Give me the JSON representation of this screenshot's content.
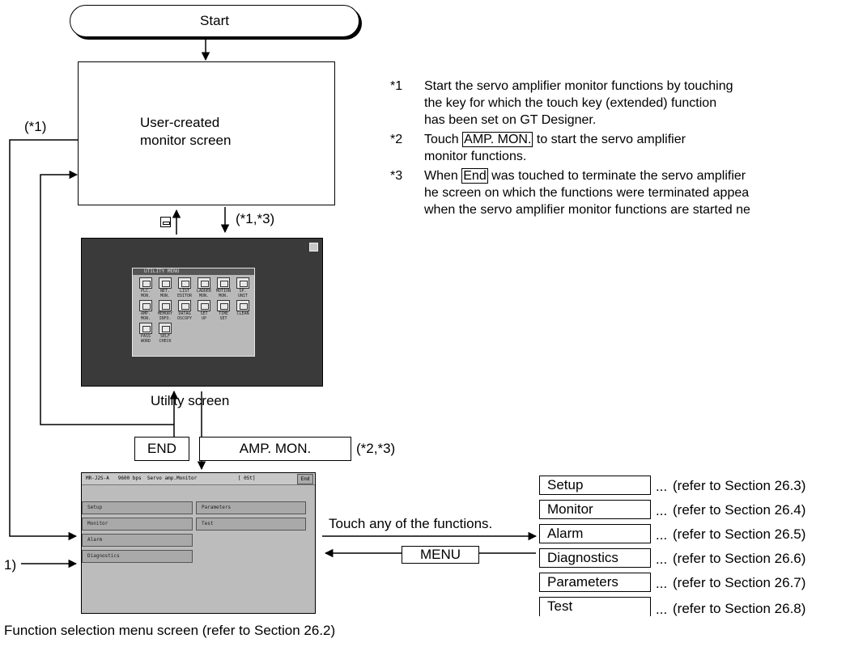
{
  "start": {
    "label": "Start"
  },
  "user_screen": {
    "line1": "User-created",
    "line2": "monitor screen"
  },
  "labels": {
    "star1": "(*1)",
    "star13": "(*1,*3)",
    "utility_screen": "Utility screen",
    "end_key": "END",
    "amp_mon_key": "AMP. MON.",
    "star23": "(*2,*3)",
    "one": "1)",
    "touch_any": "Touch any of the functions.",
    "menu_key": "MENU",
    "fn_caption": "Function selection menu screen (refer to Section 26.2)"
  },
  "notes": [
    {
      "mark": "*1",
      "lines": [
        "Start the servo amplifier monitor functions by touching",
        "the key for which the touch key (extended) function",
        "has been set on GT Designer."
      ]
    },
    {
      "mark": "*2",
      "pre": "Touch ",
      "key": "AMP. MON.",
      "post": " to start the servo amplifier",
      "lines": [
        "monitor functions."
      ]
    },
    {
      "mark": "*3",
      "pre": "When ",
      "key": "End",
      "post": " was touched to terminate the servo amplifier",
      "lines": [
        "he screen on which the functions were terminated appea",
        "when the servo amplifier monitor functions are started ne"
      ]
    }
  ],
  "utility": {
    "title": "UTILITY MENU",
    "items": [
      "PLC.\nMON.",
      "NET.\nMON.",
      "LIST\nEDITOR",
      "LADDER\nMON.",
      "MOTION\nMON.",
      "SP.\nUNIT",
      "AMP.\nMON.",
      "MEMORY\nINFO.",
      "DATA&\nOSCOPY",
      "SET\nUP",
      "TIME\nSET",
      "CLEAN",
      "PASS\nWORD",
      "SELF\nCHECK"
    ]
  },
  "fn_screen": {
    "status": "MR-J2S-A   9600 bps  Servo amp.Monitor              [ 0St]",
    "end_button": "End",
    "left_buttons": [
      "Setup",
      "Monitor",
      "Alarm",
      "Diagnostics"
    ],
    "right_buttons": [
      "Parameters",
      "Test"
    ]
  },
  "functions": [
    {
      "name": "Setup",
      "ref": "(refer to Section 26.3)"
    },
    {
      "name": "Monitor",
      "ref": "(refer to Section 26.4)"
    },
    {
      "name": "Alarm",
      "ref": "(refer to Section 26.5)"
    },
    {
      "name": "Diagnostics",
      "ref": "(refer to Section 26.6)"
    },
    {
      "name": "Parameters",
      "ref": "(refer to Section 26.7)"
    },
    {
      "name": "Test",
      "ref": "(refer to Section 26.8)"
    }
  ],
  "dots": "..."
}
